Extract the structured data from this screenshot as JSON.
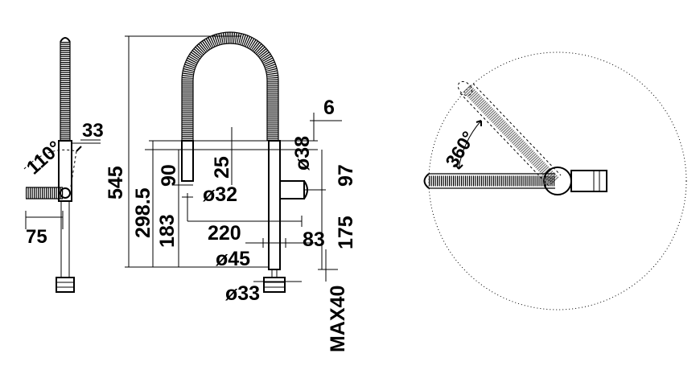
{
  "side_view": {
    "labels": {
      "dim_33": "33",
      "angle_110": "110°",
      "dim_75": "75"
    }
  },
  "front_view": {
    "labels": {
      "dim_545": "545",
      "dim_298_5": "298.5",
      "dim_183": "183",
      "dim_90": "90",
      "dim_25": "25",
      "dia_32": "ø32",
      "dim_220": "220",
      "dia_45": "ø45",
      "dia_33": "ø33",
      "dia_38": "ø38",
      "dim_6": "6",
      "dim_97": "97",
      "dim_83": "83",
      "dim_175": "175",
      "max_40": "MAX40"
    }
  },
  "top_view": {
    "labels": {
      "angle_360": "360°"
    }
  }
}
